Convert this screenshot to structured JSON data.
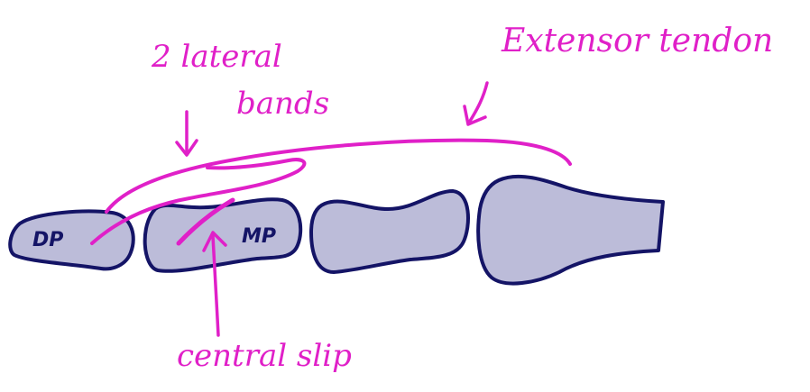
{
  "colors": {
    "bone_fill": "#bcbcd9",
    "bone_outline": "#141466",
    "annotation": "#e020c8"
  },
  "bones": {
    "dp_label": "DP",
    "mp_label": "MP"
  },
  "annotations": {
    "lateral_bands_line1": "2 lateral",
    "lateral_bands_line2": "bands",
    "extensor_tendon": "Extensor tendon",
    "central_slip": "central slip"
  }
}
